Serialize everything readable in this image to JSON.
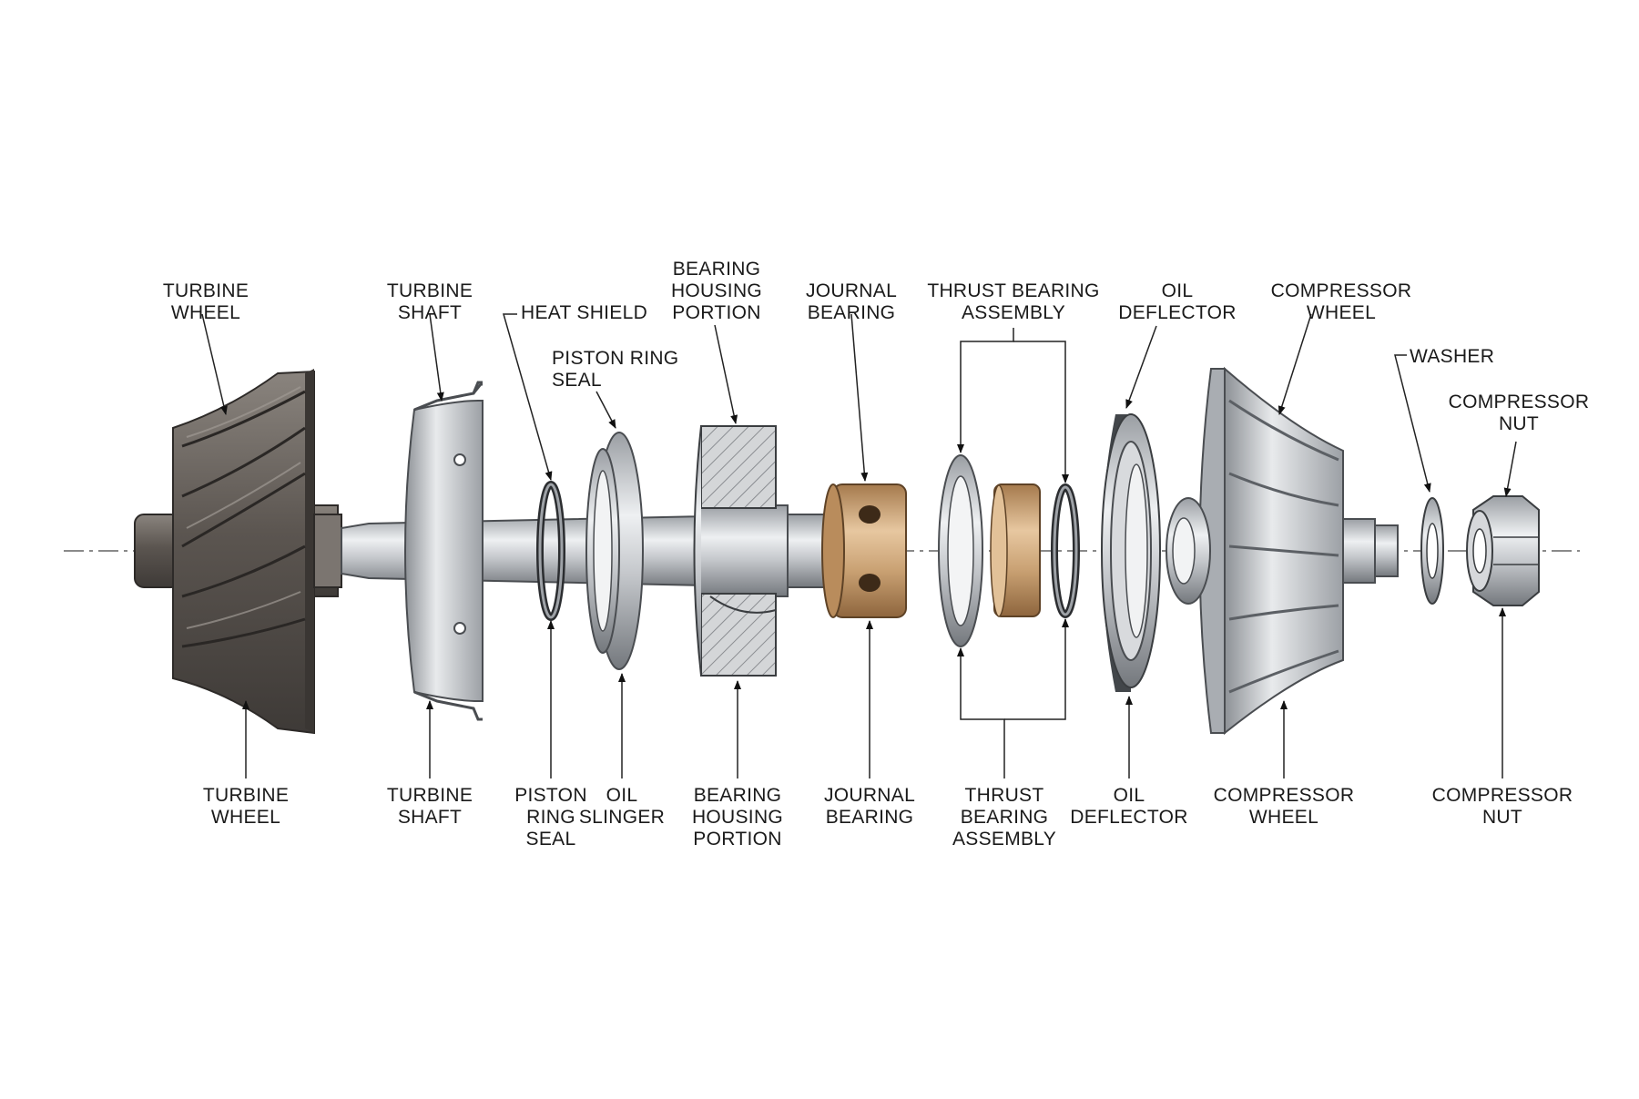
{
  "labels_top": [
    {
      "id": "turbine-wheel",
      "lines": [
        "TURBINE",
        "WHEEL"
      ]
    },
    {
      "id": "turbine-shaft",
      "lines": [
        "TURBINE",
        "SHAFT"
      ]
    },
    {
      "id": "heat-shield",
      "lines": [
        "HEAT SHIELD"
      ]
    },
    {
      "id": "piston-ring-seal",
      "lines": [
        "PISTON RING",
        "SEAL"
      ]
    },
    {
      "id": "bearing-housing-portion",
      "lines": [
        "BEARING",
        "HOUSING",
        "PORTION"
      ]
    },
    {
      "id": "journal-bearing",
      "lines": [
        "JOURNAL",
        "BEARING"
      ]
    },
    {
      "id": "thrust-bearing-assembly",
      "lines": [
        "THRUST BEARING",
        "ASSEMBLY"
      ]
    },
    {
      "id": "oil-deflector",
      "lines": [
        "OIL",
        "DEFLECTOR"
      ]
    },
    {
      "id": "compressor-wheel",
      "lines": [
        "COMPRESSOR",
        "WHEEL"
      ]
    },
    {
      "id": "washer",
      "lines": [
        "WASHER"
      ]
    },
    {
      "id": "compressor-nut",
      "lines": [
        "COMPRESSOR",
        "NUT"
      ]
    }
  ],
  "labels_bottom": [
    {
      "id": "turbine-wheel",
      "lines": [
        "TURBINE",
        "WHEEL"
      ]
    },
    {
      "id": "turbine-shaft",
      "lines": [
        "TURBINE",
        "SHAFT"
      ]
    },
    {
      "id": "piston-ring-seal",
      "lines": [
        "PISTON",
        "RING",
        "SEAL"
      ]
    },
    {
      "id": "oil-slinger",
      "lines": [
        "OIL",
        "SLINGER"
      ]
    },
    {
      "id": "bearing-housing-portion",
      "lines": [
        "BEARING",
        "HOUSING",
        "PORTION"
      ]
    },
    {
      "id": "journal-bearing",
      "lines": [
        "JOURNAL",
        "BEARING"
      ]
    },
    {
      "id": "thrust-bearing-assembly",
      "lines": [
        "THRUST",
        "BEARING",
        "ASSEMBLY"
      ]
    },
    {
      "id": "oil-deflector",
      "lines": [
        "OIL",
        "DEFLECTOR"
      ]
    },
    {
      "id": "compressor-wheel",
      "lines": [
        "COMPRESSOR",
        "WHEEL"
      ]
    },
    {
      "id": "compressor-nut",
      "lines": [
        "COMPRESSOR",
        "NUT"
      ]
    }
  ],
  "colors": {
    "turbine_metal": "#5b5550",
    "steel": "#b9bcc0",
    "bronze": "#c9a173",
    "line": "#222222"
  }
}
